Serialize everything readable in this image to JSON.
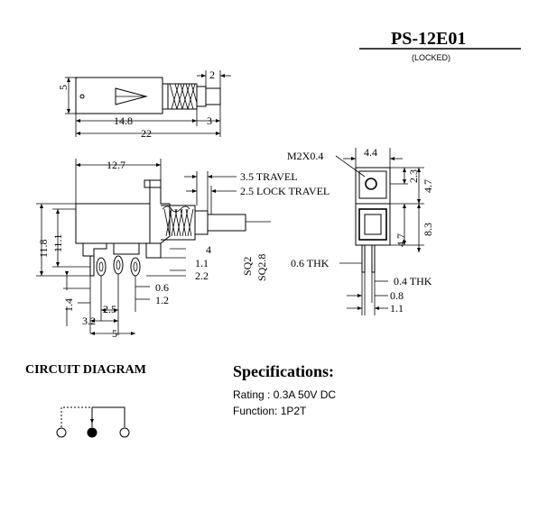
{
  "header": {
    "part_number": "PS-12E01",
    "subtitle": "(LOCKED)"
  },
  "top_view_dims": {
    "d_5": "5",
    "d_2": "2",
    "d_14_8": "14.8",
    "d_3": "3",
    "d_22": "22"
  },
  "side_view_dims": {
    "d_12_7": "12.7",
    "travel": "3.5 TRAVEL",
    "lock_travel": "2.5 LOCK TRAVEL",
    "d_11_8": "11.8",
    "d_11_1": "11.1",
    "d_4": "4",
    "d_1_1": "1.1",
    "d_2_2": "2.2",
    "d_0_6": "0.6",
    "d_1_2": "1.2",
    "d_1_4": "1.4",
    "d_2_5": "2.5",
    "d_3_2": "3.2",
    "d_5b": "5",
    "sq2": "SQ2",
    "sq2_8": "SQ2.8"
  },
  "end_view_dims": {
    "m2x0_4": "M2X0.4",
    "d_4_4": "4.4",
    "d_2_3": "2.3",
    "d_4_7a": "4.7",
    "d_4_7b": "4.7",
    "d_8_3": "8.3",
    "thk_0_6": "0.6 THK",
    "thk_0_4": "0.4 THK",
    "d_0_8": "0.8",
    "d_1_1": "1.1"
  },
  "circuit": {
    "title": "CIRCUIT DIAGRAM"
  },
  "specs": {
    "title": "Specifications:",
    "rating": "Rating : 0.3A 50V DC",
    "function": "Function: 1P2T"
  }
}
